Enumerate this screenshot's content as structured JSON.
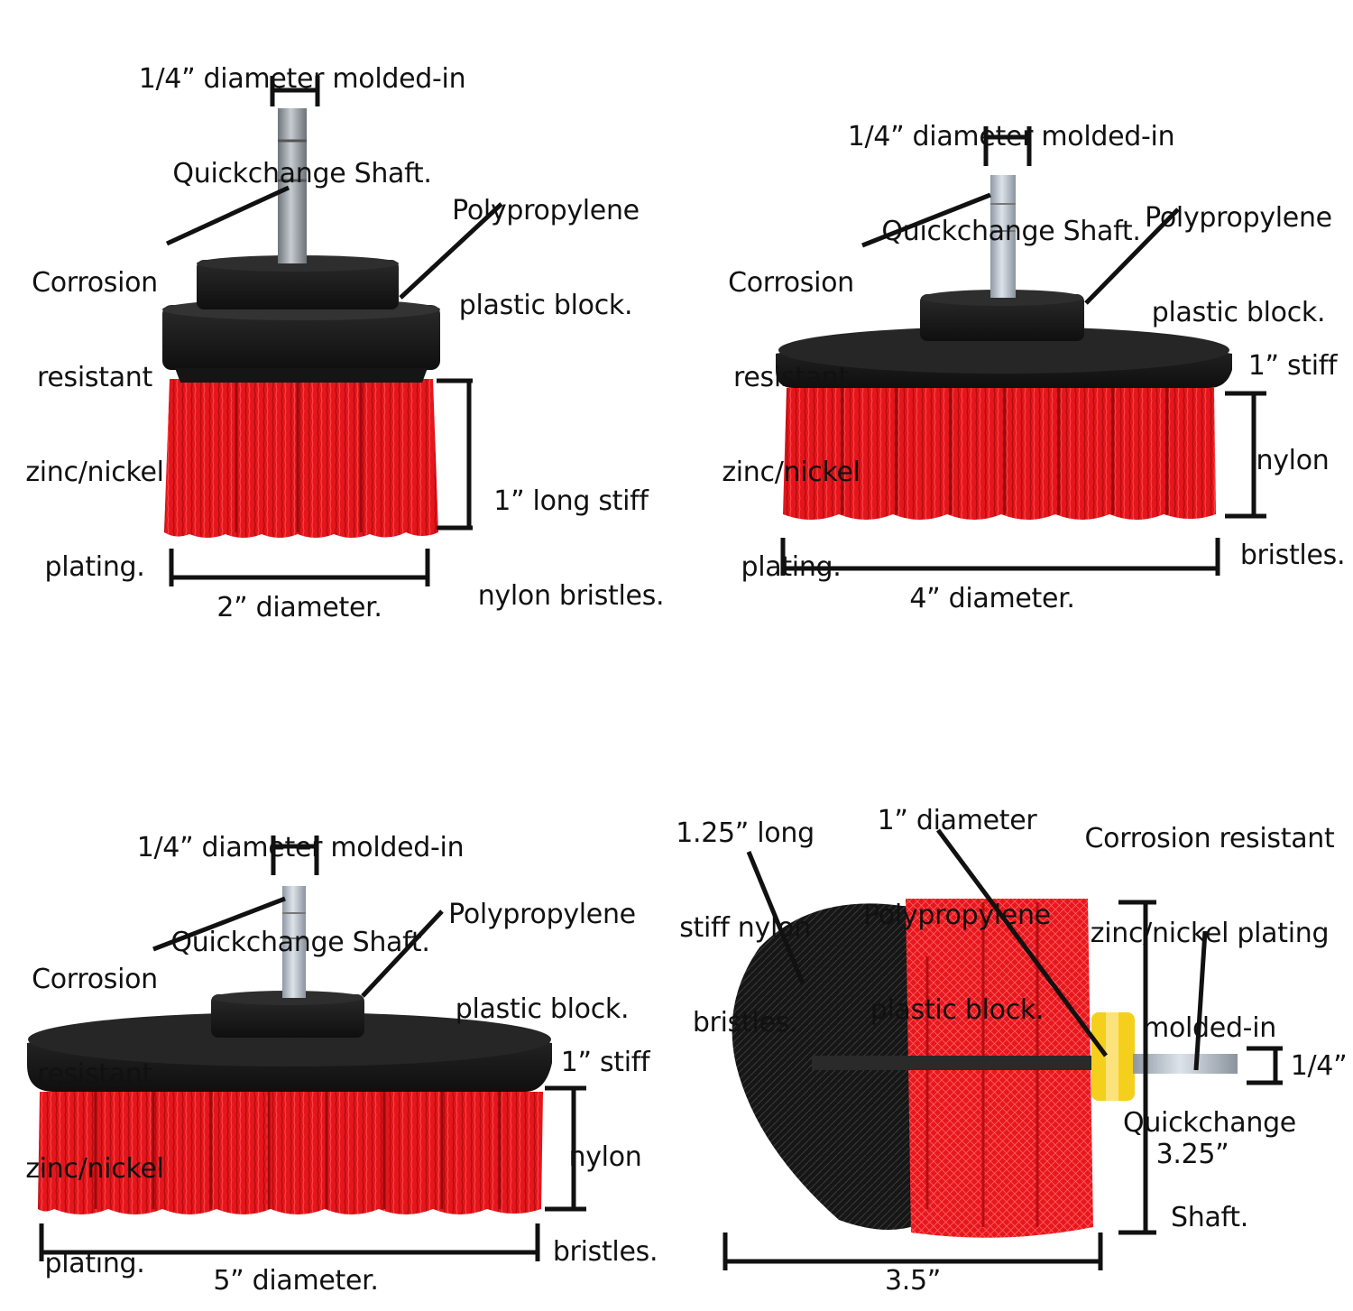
{
  "panels": [
    {
      "shaft_label": [
        "1/4” diameter molded-in",
        "Quickchange Shaft."
      ],
      "block_label": [
        "Polypropylene",
        "plastic block."
      ],
      "plating_label": [
        "Corrosion",
        "resistant",
        "zinc/nickel",
        "plating."
      ],
      "bristle_label": [
        "1” long stiff",
        "nylon bristles."
      ],
      "diameter_label": "2” diameter."
    },
    {
      "shaft_label": [
        "1/4” diameter molded-in",
        "Quickchange Shaft."
      ],
      "block_label": [
        "Polypropylene",
        "plastic block."
      ],
      "plating_label": [
        "Corrosion",
        "resistant",
        "zinc/nickel",
        "plating."
      ],
      "bristle_label": [
        "1” stiff",
        "nylon",
        "bristles."
      ],
      "diameter_label": "4” diameter."
    },
    {
      "shaft_label": [
        "1/4” diameter molded-in",
        "Quickchange Shaft."
      ],
      "block_label": [
        "Polypropylene",
        "plastic block."
      ],
      "plating_label": [
        "Corrosion",
        "resistant",
        "zinc/nickel",
        "plating."
      ],
      "bristle_label": [
        "1” stiff",
        "nylon",
        "bristles."
      ],
      "diameter_label": "5” diameter."
    },
    {
      "bristle_label": [
        "1.25” long",
        "stiff nylon",
        "bristles."
      ],
      "block_label": [
        "1” diameter",
        "Polypropylene",
        "plastic block."
      ],
      "plating_label": [
        "Corrosion resistant",
        "zinc/nickel plating",
        "molded-in",
        "Quickchange",
        "Shaft."
      ],
      "shaft_size_label": "1/4”",
      "height_label": "3.25”",
      "width_label": "3.5”"
    }
  ],
  "colors": {
    "bristle_red": "#e4161c",
    "bristle_black": "#141414",
    "block_black": "#1c1c1c",
    "shaft_metal": "#9ea4aa",
    "cap_yellow": "#f4cf1c",
    "line": "#111111"
  }
}
